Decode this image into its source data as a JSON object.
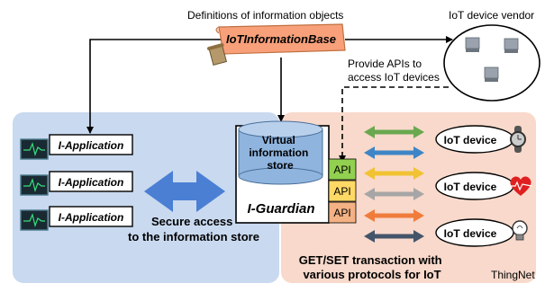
{
  "labels": {
    "definitions": "Definitions of information objects",
    "vendor": "IoT device vendor",
    "info_base": "IoTInformationBase",
    "provide_apis": "Provide APIs to access IoT devices",
    "virtual_store": "Virtual information store",
    "i_guardian": "I-Guardian",
    "i_application": "I-Application",
    "secure_access": "Secure access to the information store",
    "get_set": "GET/SET transaction with various protocols for IoT",
    "thingnet": "ThingNet",
    "iot_device": "IoT device",
    "api": "API"
  },
  "colors": {
    "left_panel": "#c9d9ef",
    "right_panel": "#f8d9cb",
    "info_base": "#f7a07a",
    "cylinder": "#8fb4de",
    "api_colors": [
      "#92d050",
      "#ffd966",
      "#f4b183"
    ],
    "arrow_colors": [
      "#6aa84f",
      "#3d85c6",
      "#f1c232",
      "#a6a6a6",
      "#f07c3c",
      "#44546a"
    ],
    "double_arrow": "#4a7fd4"
  },
  "icons": [
    "document-scroll-icon",
    "server-icon",
    "pulse-monitor-icon",
    "watch-icon",
    "heart-pulse-icon",
    "lightbulb-icon"
  ]
}
